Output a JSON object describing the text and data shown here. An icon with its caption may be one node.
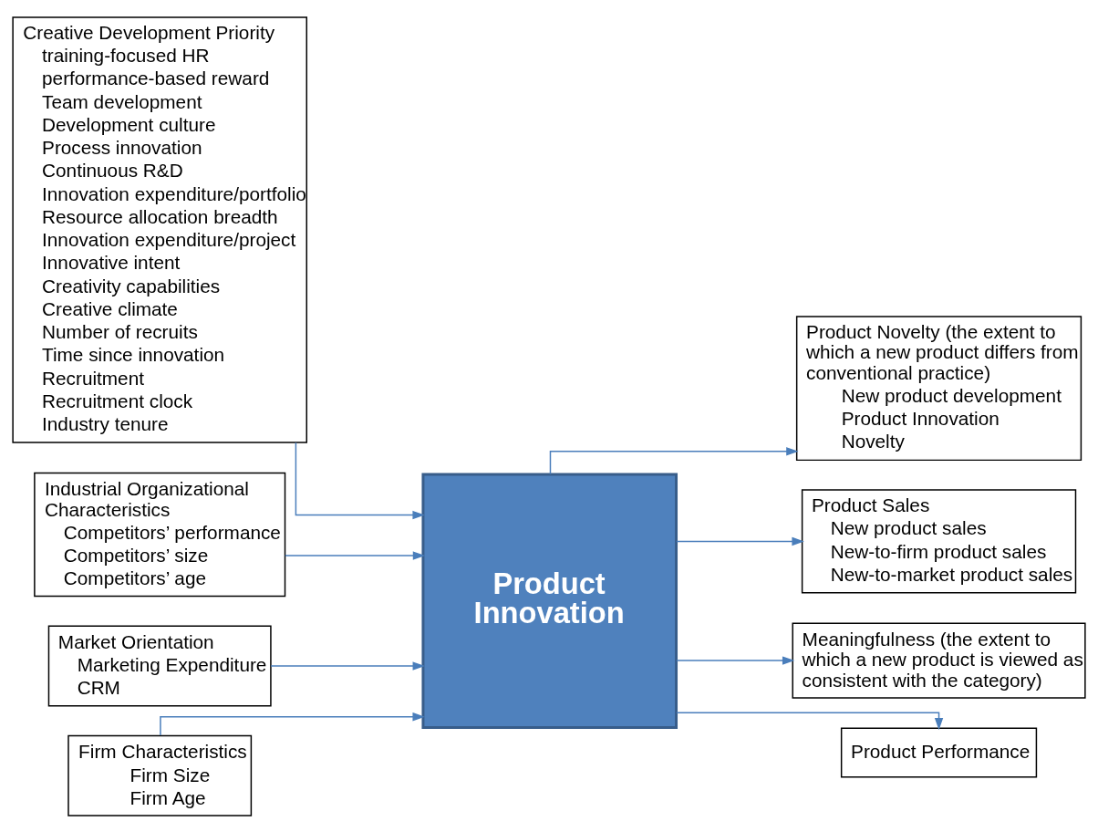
{
  "diagram": {
    "nodes": [
      {
        "text": [
          "Creative Development Priority",
          "training-focused HR",
          "performance-based reward",
          "Team development",
          "Development culture",
          "Process innovation",
          "Continuous R&D",
          "Innovation expenditure/portfolio",
          "Resource allocation breadth",
          "Innovation expenditure/project",
          "Innovative intent",
          "Creativity capabilities",
          "Creative climate",
          "Number of recruits",
          "Time since innovation",
          "Recruitment",
          "Recruitment clock",
          "Industry tenure"
        ]
      },
      {
        "text": [
          "Industrial Organizational Characteristics",
          "Competitors’ performance",
          "Competitors’ size",
          "Competitors’ age"
        ]
      },
      {
        "text": [
          "Market Orientation",
          "Marketing Expenditure",
          "CRM"
        ]
      },
      {
        "text": [
          "Firm Characteristics",
          "Firm Size",
          "Firm Age"
        ]
      },
      {
        "text": [
          "Product Innovation"
        ]
      },
      {
        "text": [
          "Product Novelty (the extent to which a new product differs from conventional practice)",
          "New product development",
          "Product Innovation",
          "Novelty"
        ]
      },
      {
        "text": [
          "Product Sales",
          "New product sales",
          "New-to-firm product sales",
          "New-to-market product sales"
        ]
      },
      {
        "text": [
          "Meaningfulness (the extent to which a new product is viewed as consistent with the category)"
        ]
      },
      {
        "text": [
          "Product Performance"
        ]
      }
    ],
    "edges": [
      {
        "from": 0,
        "to": 4,
        "arrow": "to"
      },
      {
        "from": 1,
        "to": 4,
        "arrow": "to"
      },
      {
        "from": 2,
        "to": 4,
        "arrow": "to"
      },
      {
        "from": 3,
        "to": 4,
        "arrow": "to"
      },
      {
        "from": 4,
        "to": 5,
        "arrow": "to"
      },
      {
        "from": 4,
        "to": 6,
        "arrow": "to"
      },
      {
        "from": 4,
        "to": 7,
        "arrow": "to"
      },
      {
        "from": 4,
        "to": 8,
        "arrow": "to"
      }
    ]
  }
}
